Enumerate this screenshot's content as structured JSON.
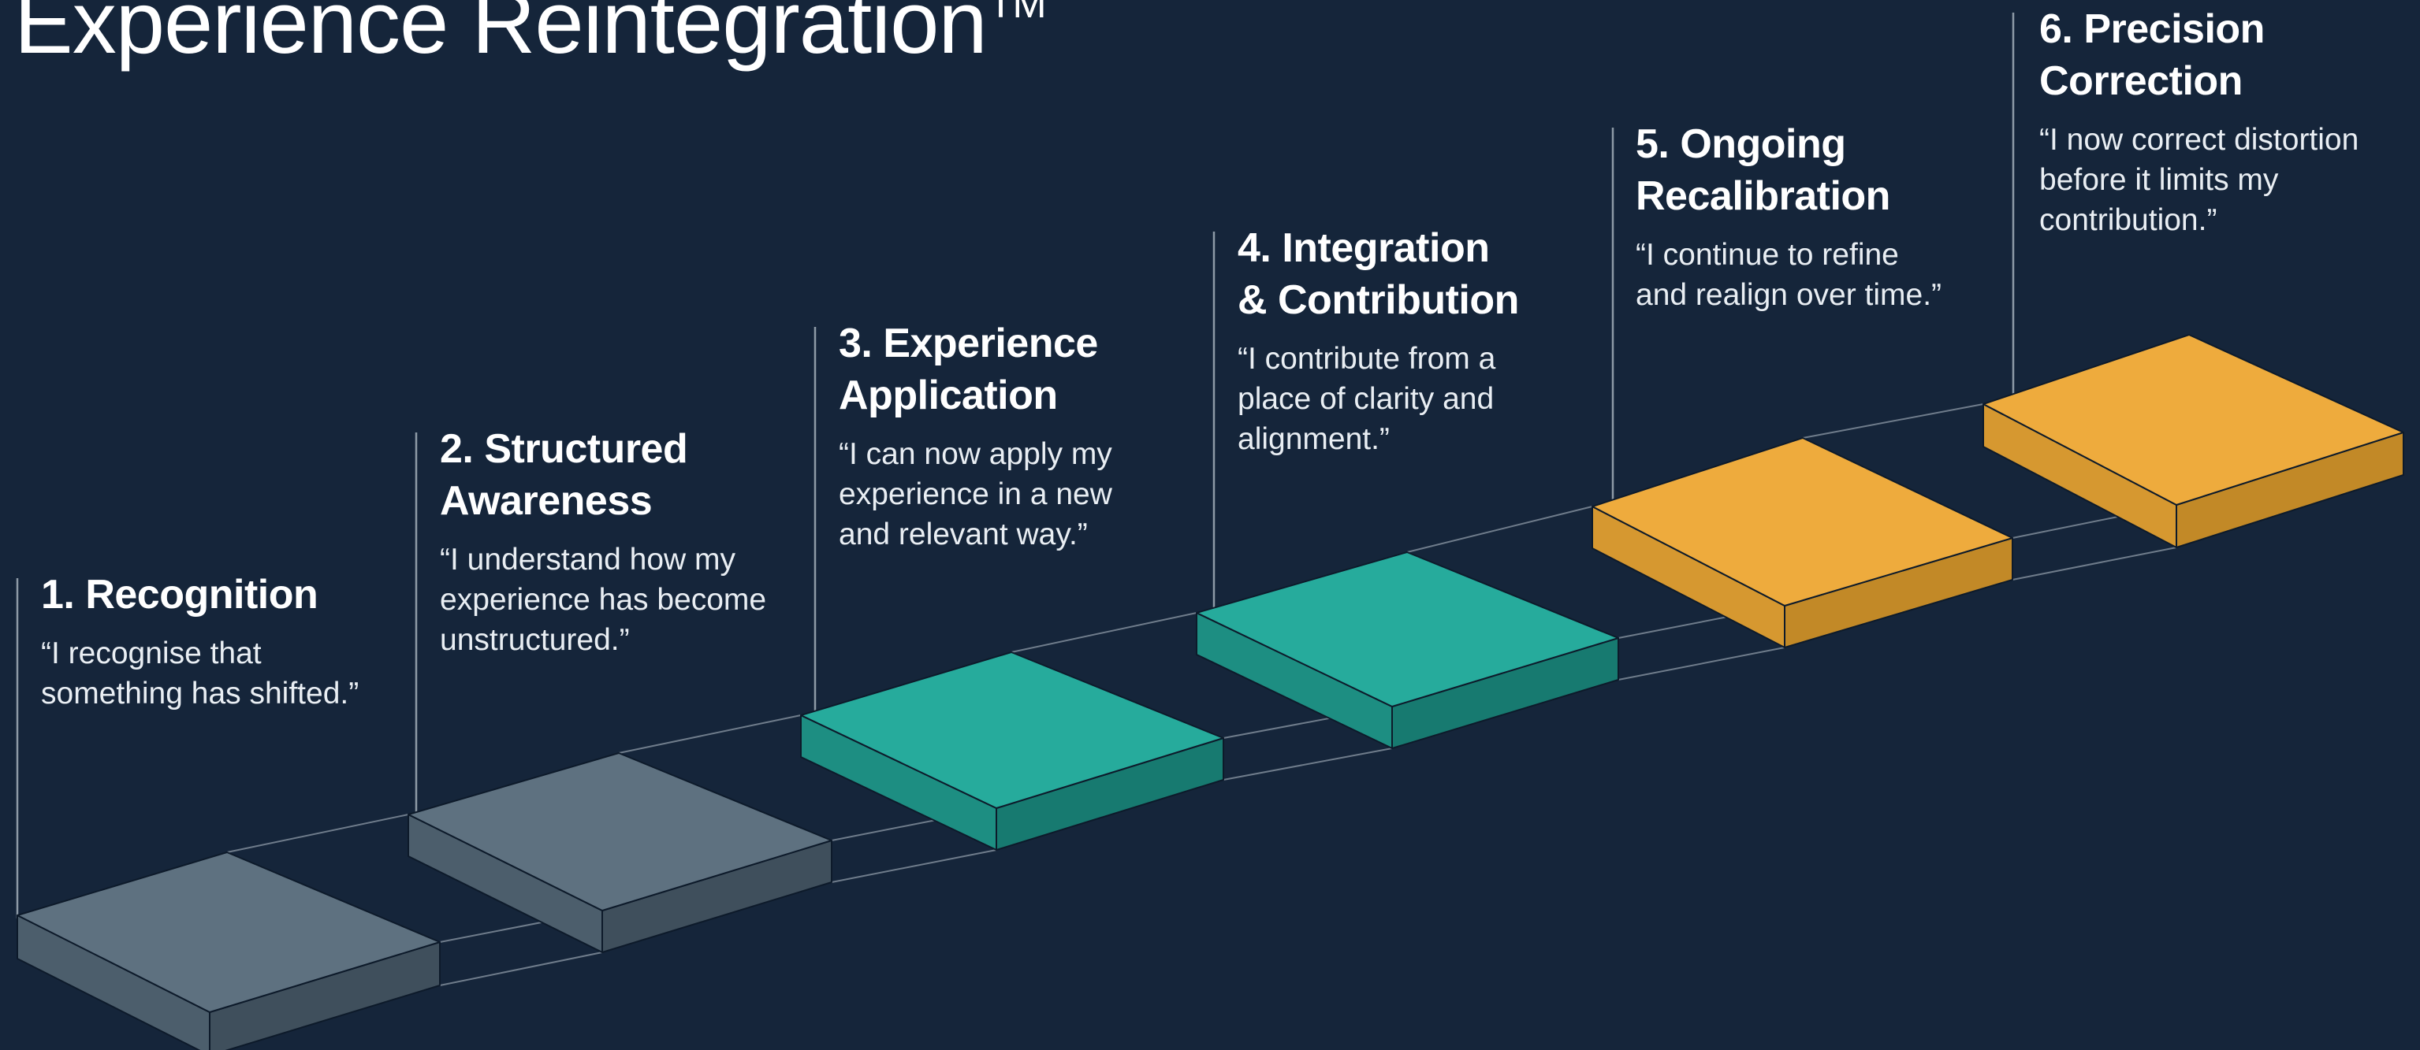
{
  "title": {
    "text": "Experience Reintegration",
    "trademark": "TM"
  },
  "colors": {
    "background": "#15253a",
    "guide_line": "#8d9aa6",
    "gray": {
      "top": "#5e7180",
      "front": "#4c5e6c",
      "side": "#3f4f5c"
    },
    "teal": {
      "top": "#26ab9c",
      "front": "#1d8e82",
      "side": "#177a70"
    },
    "gold": {
      "top": "#eeab3d",
      "front": "#d69830",
      "side": "#c28927"
    }
  },
  "stages": [
    {
      "number": "1.",
      "heading_lines": [
        "1. Recognition"
      ],
      "quote_lines": [
        "“I recognise that",
        "something has shifted.”"
      ],
      "color": "gray"
    },
    {
      "number": "2.",
      "heading_lines": [
        "2. Structured",
        "Awareness"
      ],
      "quote_lines": [
        "“I understand how my",
        "experience has become",
        "unstructured.”"
      ],
      "color": "gray"
    },
    {
      "number": "3.",
      "heading_lines": [
        "3. Experience",
        "Application"
      ],
      "quote_lines": [
        "“I can now apply my",
        "experience in a new",
        "and relevant way.”"
      ],
      "color": "teal"
    },
    {
      "number": "4.",
      "heading_lines": [
        "4. Integration",
        "& Contribution"
      ],
      "quote_lines": [
        "“I contribute from a",
        "place of clarity and",
        "alignment.”"
      ],
      "color": "teal"
    },
    {
      "number": "5.",
      "heading_lines": [
        "5. Ongoing",
        "Recalibration"
      ],
      "quote_lines": [
        "“I continue to refine",
        "and realign over time.”"
      ],
      "color": "gold"
    },
    {
      "number": "6.",
      "heading_lines": [
        "6. Precision",
        "Correction"
      ],
      "quote_lines": [
        "“I now correct distortion",
        "before it limits my",
        "contribution.”"
      ],
      "color": "gold"
    }
  ]
}
